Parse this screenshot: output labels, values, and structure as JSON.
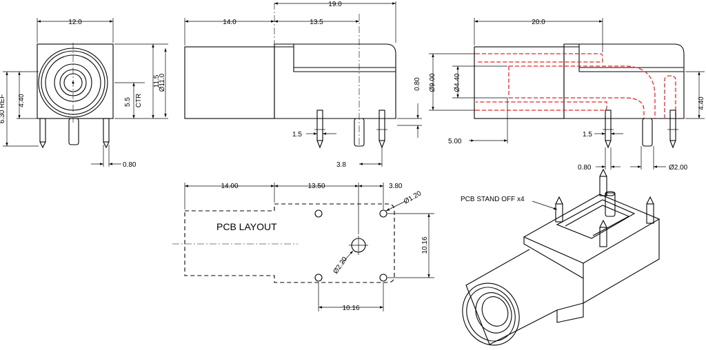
{
  "drawing": {
    "front_view": {
      "width": "12.0",
      "height": "11.5",
      "body_dia": "Ø11.0",
      "ref": "6.30 REF",
      "ref_sub": "4.40",
      "center": "5.5",
      "center_note": "CTR",
      "pin_pitch": "0.80"
    },
    "side_view": {
      "overall": "19.0",
      "barrel": "14.0",
      "housing": "13.5",
      "height": "0.80",
      "pin_offset": "1.5",
      "pin_spacing": "3.8"
    },
    "section_view": {
      "length": "20.0",
      "bore_outer": "Ø9.00",
      "bore_inner": "Ø4.40",
      "standoff": "5.00",
      "pin_offset": "1.5",
      "pin_width": "0.80",
      "pin_dia": "Ø2.00",
      "height": "4.40"
    },
    "pcb_layout": {
      "title": "PCB LAYOUT",
      "d1": "14.00",
      "d2": "13.50",
      "d3": "3.80",
      "hole_small": "Ø1.20",
      "hole_large": "Ø2.20",
      "pitch_v": "10.16",
      "pitch_h": "10.16"
    },
    "iso_view": {
      "callout": "PCB STAND OFF x4"
    }
  }
}
